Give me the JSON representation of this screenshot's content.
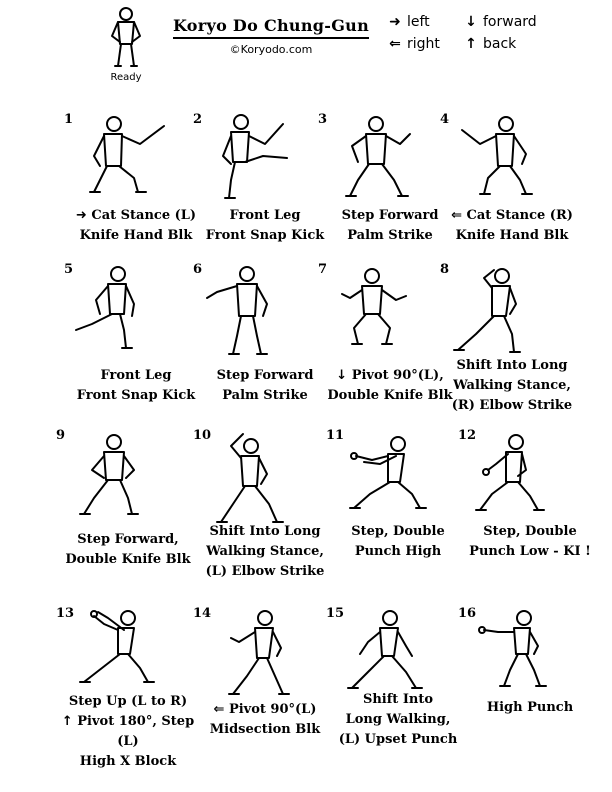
{
  "header": {
    "ready_label": "Ready",
    "title": "Koryo Do Chung-Gun",
    "copyright": "©Koryodo.com"
  },
  "legend": [
    {
      "icon": "arrow-right-icon",
      "glyph": "➜",
      "label": "left"
    },
    {
      "icon": "arrow-down-icon",
      "glyph": "↓",
      "label": "forward"
    },
    {
      "icon": "arrow-left-icon",
      "glyph": "⇐",
      "label": "right"
    },
    {
      "icon": "arrow-up-icon",
      "glyph": "↑",
      "label": "back"
    }
  ],
  "moves": [
    {
      "num": "1",
      "lines": [
        "Cat Stance (L)",
        "Knife Hand Blk"
      ],
      "dir_glyph": "➜"
    },
    {
      "num": "2",
      "lines": [
        "Front Leg",
        "Front Snap Kick"
      ],
      "dir_glyph": ""
    },
    {
      "num": "3",
      "lines": [
        "Step Forward",
        "Palm Strike"
      ],
      "dir_glyph": ""
    },
    {
      "num": "4",
      "lines": [
        "Cat Stance (R)",
        "Knife Hand Blk"
      ],
      "dir_glyph": "⇐"
    },
    {
      "num": "5",
      "lines": [
        "Front Leg",
        "Front Snap Kick"
      ],
      "dir_glyph": ""
    },
    {
      "num": "6",
      "lines": [
        "Step Forward",
        "Palm Strike"
      ],
      "dir_glyph": ""
    },
    {
      "num": "7",
      "lines": [
        "Pivot 90°(L),",
        "Double Knife Blk"
      ],
      "dir_glyph": "↓"
    },
    {
      "num": "8",
      "lines": [
        "Shift Into Long",
        "Walking Stance,",
        "(R) Elbow Strike"
      ],
      "dir_glyph": ""
    },
    {
      "num": "9",
      "lines": [
        "Step Forward,",
        "Double Knife Blk"
      ],
      "dir_glyph": ""
    },
    {
      "num": "10",
      "lines": [
        "Shift Into Long",
        "Walking Stance,",
        "(L) Elbow Strike"
      ],
      "dir_glyph": ""
    },
    {
      "num": "11",
      "lines": [
        "Step, Double",
        "Punch High"
      ],
      "dir_glyph": ""
    },
    {
      "num": "12",
      "lines": [
        "Step, Double",
        "Punch Low - KI !"
      ],
      "dir_glyph": ""
    },
    {
      "num": "13",
      "lines": [
        "Step Up (L to R)",
        "Pivot 180°, Step (L)",
        "High X Block"
      ],
      "dir_glyph": "↑"
    },
    {
      "num": "14",
      "lines": [
        "Pivot 90°(L)",
        "Midsection Blk"
      ],
      "dir_glyph": "⇐"
    },
    {
      "num": "15",
      "lines": [
        "Shift Into",
        "Long Walking,",
        "(L) Upset Punch"
      ],
      "dir_glyph": ""
    },
    {
      "num": "16",
      "lines": [
        "High Punch"
      ],
      "dir_glyph": ""
    }
  ]
}
